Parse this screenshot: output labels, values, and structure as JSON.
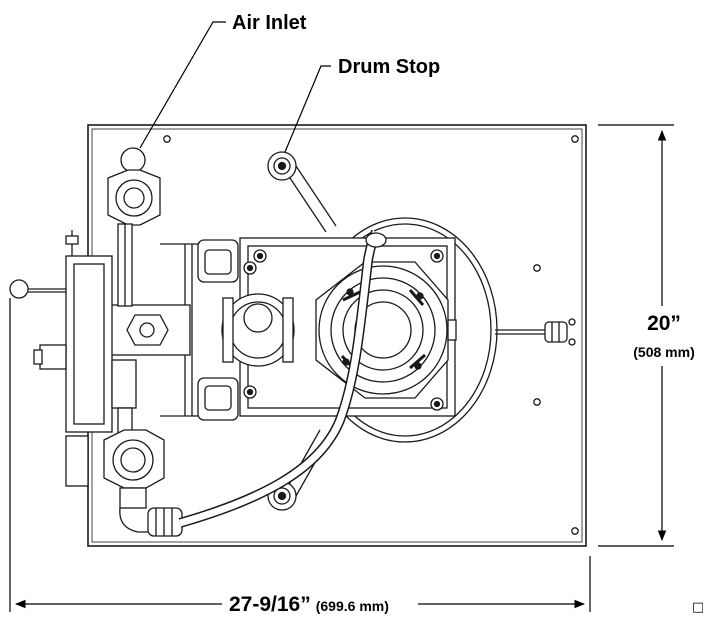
{
  "callouts": {
    "air_inlet": "Air Inlet",
    "drum_stop": "Drum Stop"
  },
  "dimensions": {
    "height_main": "20”",
    "height_metric": "(508 mm)",
    "width_main": "27-9/16”",
    "width_metric": "(699.6 mm)"
  },
  "edge_glyph": "□"
}
